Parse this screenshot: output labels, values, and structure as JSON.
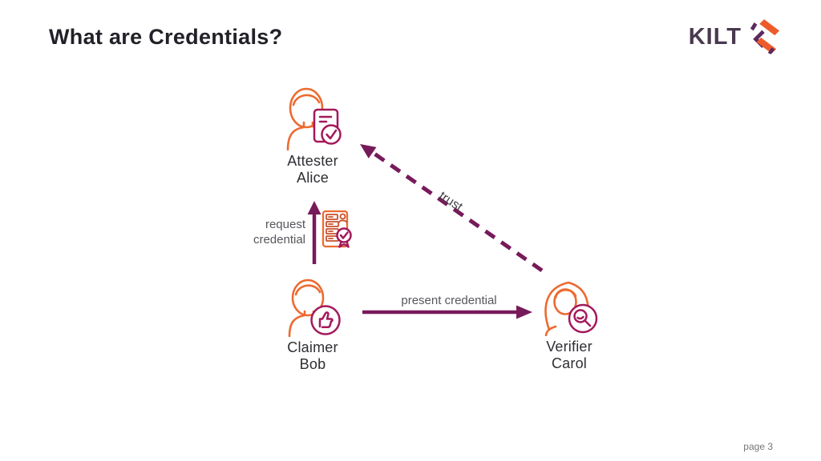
{
  "slide": {
    "title": "What are Credentials?",
    "page_label": "page 3"
  },
  "brand": {
    "wordmark": "KILT",
    "orange": "#ED5B2B",
    "purple": "#5B2A5E",
    "wordmark_color": "#49394F"
  },
  "colors": {
    "arrow_purple": "#771A5A",
    "person_outline_orange": "#ED6A30",
    "badge_magenta": "#A3195B",
    "label_gray": "#57555B",
    "name_text": "#2E2D33",
    "background": "#FFFFFF"
  },
  "diagram": {
    "actors": [
      {
        "id": "attester",
        "role": "Attester",
        "name": "Alice",
        "icon": "person-with-certificate-icon"
      },
      {
        "id": "claimer",
        "role": "Claimer",
        "name": "Bob",
        "icon": "person-with-thumbs-up-icon"
      },
      {
        "id": "verifier",
        "role": "Verifier",
        "name": "Carol",
        "icon": "person-with-magnifier-icon"
      }
    ],
    "edges": [
      {
        "id": "request-credential",
        "from": "claimer",
        "to": "attester",
        "style": "solid-arrow",
        "label": "request credential",
        "label_line1": "request",
        "label_line2": "credential"
      },
      {
        "id": "present-credential",
        "from": "claimer",
        "to": "verifier",
        "style": "solid-arrow",
        "label": "present credential"
      },
      {
        "id": "trust",
        "from": "verifier",
        "to": "attester",
        "style": "dashed-arrow",
        "label": "trust"
      }
    ]
  }
}
